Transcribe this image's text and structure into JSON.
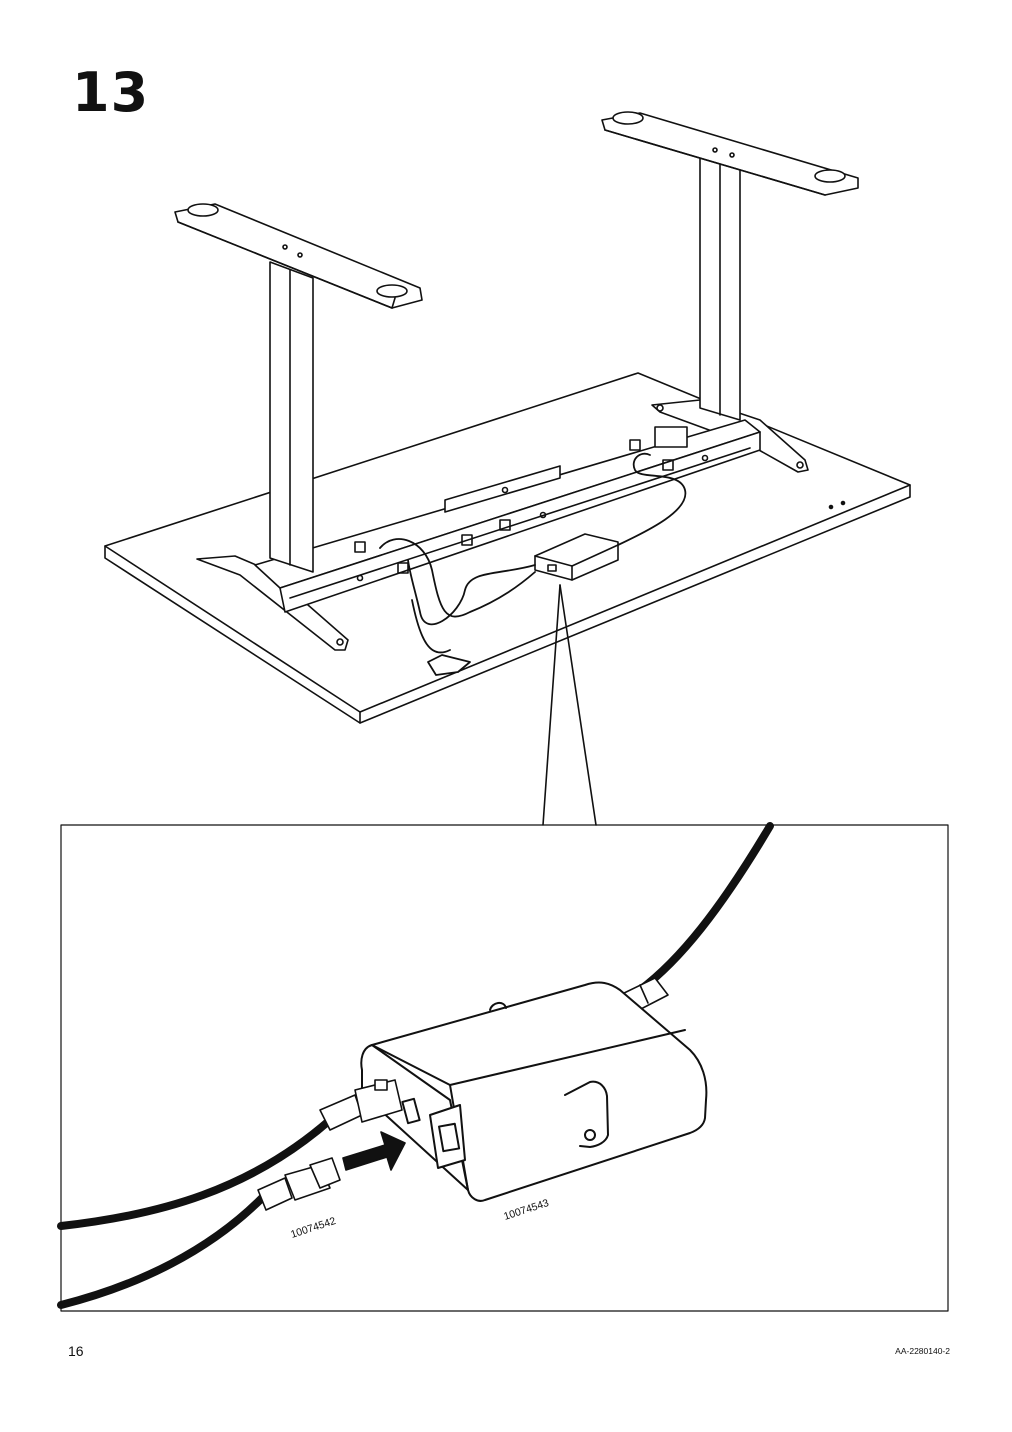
{
  "step": {
    "number": "13"
  },
  "detail": {
    "cable_part_number": "10074542",
    "box_part_number": "10074543"
  },
  "footer": {
    "page_number": "16",
    "document_code": "AA-2280140-2"
  }
}
